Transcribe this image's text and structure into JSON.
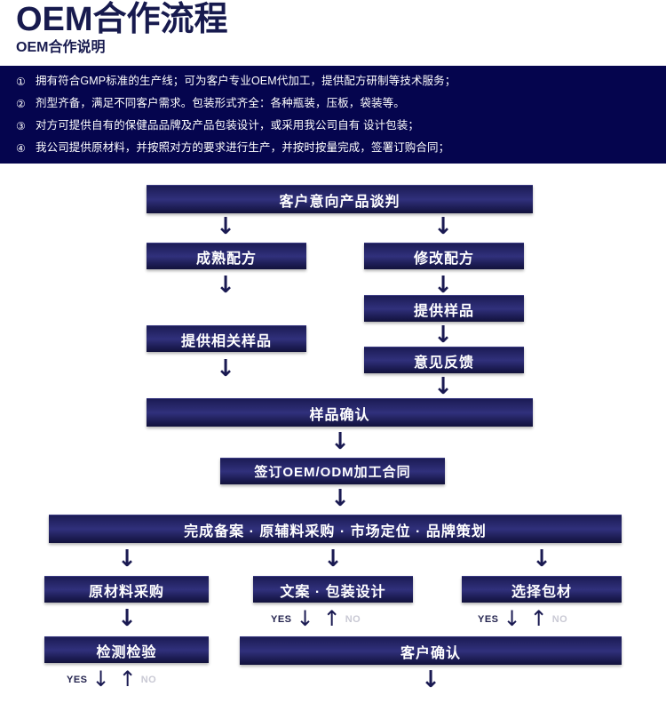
{
  "header": {
    "title": "OEM合作流程",
    "subtitle": "OEM合作说明"
  },
  "description": {
    "items": [
      {
        "num": "①",
        "text": "拥有符合GMP标准的生产线；可为客户专业OEM代加工，提供配方研制等技术服务；"
      },
      {
        "num": "②",
        "text": "剂型齐备，满足不同客户需求。包装形式齐全：各种瓶装，压板，袋装等。"
      },
      {
        "num": "③",
        "text": "对方可提供自有的保健品品牌及产品包装设计，或采用我公司自有 设计包装；"
      },
      {
        "num": "④",
        "text": "我公司提供原材料，并按照对方的要求进行生产，并按时按量完成，签署订购合同；"
      }
    ]
  },
  "flow": {
    "nodes": {
      "negotiation": "客户意向产品谈判",
      "mature_formula": "成熟配方",
      "modify_formula": "修改配方",
      "provide_related_sample": "提供相关样品",
      "provide_sample": "提供样品",
      "feedback": "意见反馈",
      "sample_confirm": "样品确认",
      "sign_contract": "签订OEM/ODM加工合同",
      "filing_row": "完成备案 · 原辅料采购 · 市场定位 · 品牌策划",
      "raw_material_purchase": "原材料采购",
      "copy_package_design": "文案 · 包装设计",
      "select_packaging": "选择包材",
      "inspection": "检测检验",
      "customer_confirm": "客户确认"
    },
    "labels": {
      "yes": "YES",
      "no": "NO"
    },
    "glyphs": {
      "down": "↓",
      "up": "↑"
    }
  },
  "colors": {
    "panel_navy": "#05054e",
    "node_navy": "#30307c",
    "title_navy": "#171a4e",
    "no_gray": "#c9c9d4"
  }
}
